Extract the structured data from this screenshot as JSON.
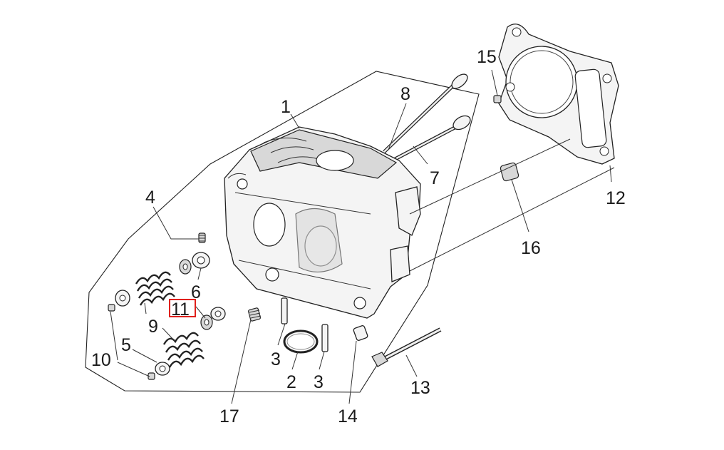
{
  "labels": {
    "cylinder_head": "1",
    "o_ring": "2",
    "stud_left": "3",
    "stud_right": "3",
    "stud_screw": "4",
    "spring_seat": "5",
    "oil_seal": "6",
    "exhaust_valve": "7",
    "intake_valve": "8",
    "valve_spring": "9",
    "valve_cotter": "10",
    "valve_spring_cap": "11",
    "gasket": "12",
    "long_bolt": "13",
    "plug": "14",
    "pin": "15",
    "dowel": "16",
    "short_stud": "17"
  },
  "highlight": {
    "part": "11",
    "color": "#e0201c"
  }
}
